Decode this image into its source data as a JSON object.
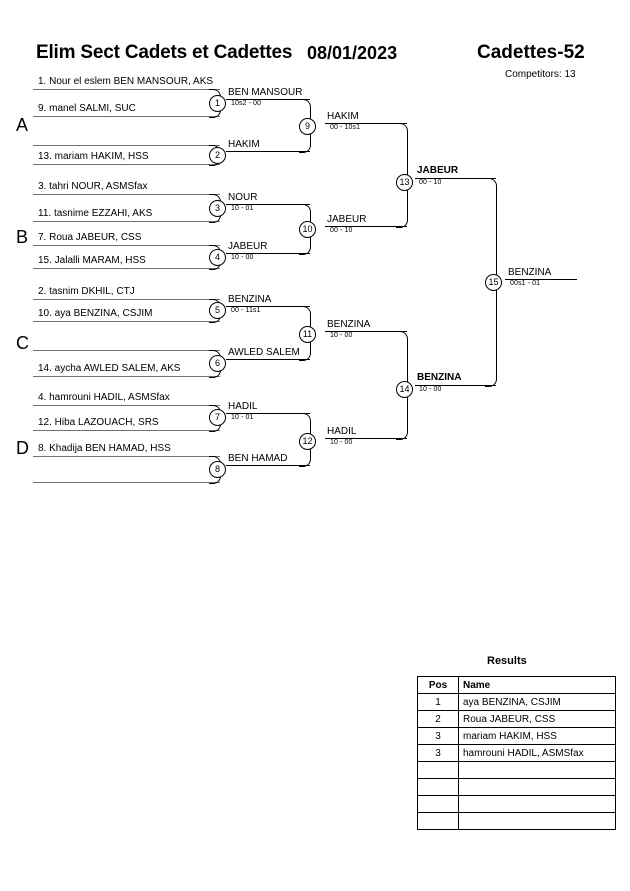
{
  "header": {
    "title": "Elim Sect Cadets et Cadettes",
    "date": "08/01/2023",
    "category": "Cadettes-52",
    "competitors": "Competitors: 13"
  },
  "groups": [
    {
      "label": "A"
    },
    {
      "label": "B"
    },
    {
      "label": "C"
    },
    {
      "label": "D"
    }
  ],
  "round1": {
    "entries": [
      {
        "text": "1. Nour el eslem BEN MANSOUR, AKS"
      },
      {
        "text": "9. manel SALMI, SUC"
      },
      {
        "text": ""
      },
      {
        "text": "13. mariam HAKIM, HSS"
      },
      {
        "text": "3. tahri NOUR, ASMSfax"
      },
      {
        "text": "11. tasnime EZZAHI, AKS"
      },
      {
        "text": "7. Roua JABEUR, CSS"
      },
      {
        "text": "15. Jalalli MARAM, HSS"
      },
      {
        "text": "2. tasnim DKHIL, CTJ"
      },
      {
        "text": "10. aya BENZINA, CSJIM"
      },
      {
        "text": ""
      },
      {
        "text": "14. aycha AWLED SALEM, AKS"
      },
      {
        "text": "4. hamrouni HADIL, ASMSfax"
      },
      {
        "text": "12. Hiba LAZOUACH, SRS"
      },
      {
        "text": "8. Khadija BEN HAMAD, HSS"
      },
      {
        "text": ""
      }
    ],
    "matches": [
      {
        "no": "1",
        "winner": "BEN MANSOUR",
        "score": "10s2 - 00"
      },
      {
        "no": "2",
        "winner": "HAKIM",
        "score": ""
      },
      {
        "no": "3",
        "winner": "NOUR",
        "score": "10 - 01"
      },
      {
        "no": "4",
        "winner": "JABEUR",
        "score": "10 - 00"
      },
      {
        "no": "5",
        "winner": "BENZINA",
        "score": "00 - 11s1"
      },
      {
        "no": "6",
        "winner": "AWLED SALEM",
        "score": ""
      },
      {
        "no": "7",
        "winner": "HADIL",
        "score": "10 - 01"
      },
      {
        "no": "8",
        "winner": "BEN HAMAD",
        "score": ""
      }
    ]
  },
  "round2": {
    "matches": [
      {
        "no": "9",
        "winner": "HAKIM",
        "score": "00 - 10s1"
      },
      {
        "no": "10",
        "winner": "JABEUR",
        "score": "00 - 10"
      },
      {
        "no": "11",
        "winner": "BENZINA",
        "score": "10 - 00"
      },
      {
        "no": "12",
        "winner": "HADIL",
        "score": "10 - 00"
      }
    ]
  },
  "semifinals": {
    "matches": [
      {
        "no": "13",
        "winner": "JABEUR",
        "score": "00 - 10"
      },
      {
        "no": "14",
        "winner": "BENZINA",
        "score": "10 - 00"
      }
    ]
  },
  "final": {
    "match": {
      "no": "15",
      "winner": "BENZINA",
      "score": "00s1 - 01"
    }
  },
  "results": {
    "title": "Results",
    "columns": [
      "Pos",
      "Name"
    ],
    "rows": [
      {
        "pos": "1",
        "name": "aya BENZINA, CSJIM"
      },
      {
        "pos": "2",
        "name": "Roua JABEUR, CSS"
      },
      {
        "pos": "3",
        "name": "mariam HAKIM, HSS"
      },
      {
        "pos": "3",
        "name": "hamrouni HADIL, ASMSfax"
      },
      {
        "pos": "",
        "name": ""
      },
      {
        "pos": "",
        "name": ""
      },
      {
        "pos": "",
        "name": ""
      },
      {
        "pos": "",
        "name": ""
      }
    ]
  }
}
